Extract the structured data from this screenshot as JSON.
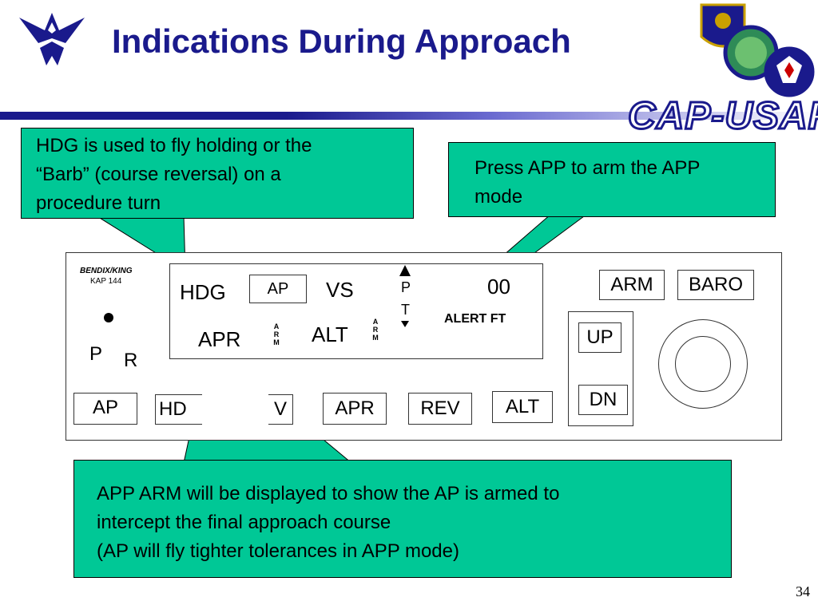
{
  "header": {
    "title": "Indications During Approach",
    "brand_text": "CAP-USAF",
    "colors": {
      "title": "#1a1a8c",
      "callout": "#00c896"
    }
  },
  "callouts": {
    "hdg": "HDG is used to fly holding or the\n“Barb” (course reversal) on a\nprocedure turn",
    "app": "Press APP to arm the APP\n mode",
    "arm": "APP ARM will be displayed to show the AP is armed to\nintercept the final approach course\n(AP will fly tighter tolerances in APP mode)"
  },
  "panel": {
    "brand": "BENDIX/KING",
    "model": "KAP 144",
    "p_label": "P",
    "r_label": "R",
    "display": {
      "hdg": "HDG",
      "ap": "AP",
      "vs": "VS",
      "pt_p": "P",
      "pt_t": "T",
      "alt_value": "00",
      "alert_ft": "ALERT FT",
      "apr": "APR",
      "alt": "ALT",
      "arm_small": "ARM"
    },
    "buttons": {
      "ap": "AP",
      "hdg": "HD",
      "nav": "V",
      "apr": "APR",
      "rev": "REV",
      "alt": "ALT",
      "arm": "ARM",
      "baro": "BARO",
      "up": "UP",
      "dn": "DN"
    }
  },
  "footer": {
    "page_number": "34"
  }
}
